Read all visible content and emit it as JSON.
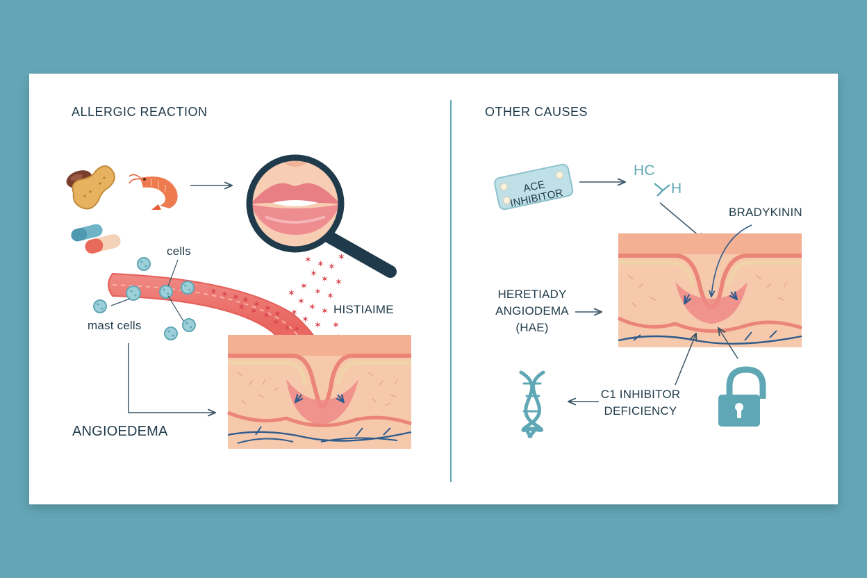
{
  "left_panel": {
    "heading": "ALLERGIC REACTION",
    "labels": {
      "cells": "cells",
      "mast_cells": "mast cells",
      "histamine": "HISTIAIME",
      "angioedema": "ANGIOEDEMA"
    },
    "icons": [
      "nut-icon",
      "peanut-icon",
      "shrimp-icon",
      "capsule-icon",
      "magnifier-icon",
      "lips-icon",
      "blood-vessel-icon",
      "skin-layer-icon"
    ]
  },
  "right_panel": {
    "heading": "OTHER CAUSES",
    "pill_pack_line1": "ACE",
    "pill_pack_line2": "INHIBITOR",
    "formula_left": "HC",
    "formula_right": "H",
    "labels": {
      "bradykinin": "BRADYKININ",
      "hae_line1": "HERETIADY",
      "hae_line2": "ANGIODEMA",
      "hae_line3": "(HAE)",
      "c1_line1": "C1 INHIBITOR",
      "c1_line2": "DEFICIENCY"
    },
    "icons": [
      "pill-pack-icon",
      "molecule-icon",
      "skin-layer-icon",
      "dna-icon",
      "padlock-icon"
    ]
  },
  "colors": {
    "background": "#64a6b6",
    "card": "#ffffff",
    "text": "#1f3a4a",
    "accent_teal": "#5fa7b5",
    "histamine_red": "#d9474f",
    "skin": "#f4c2a5",
    "vessel_blue": "#2d5b8c"
  }
}
